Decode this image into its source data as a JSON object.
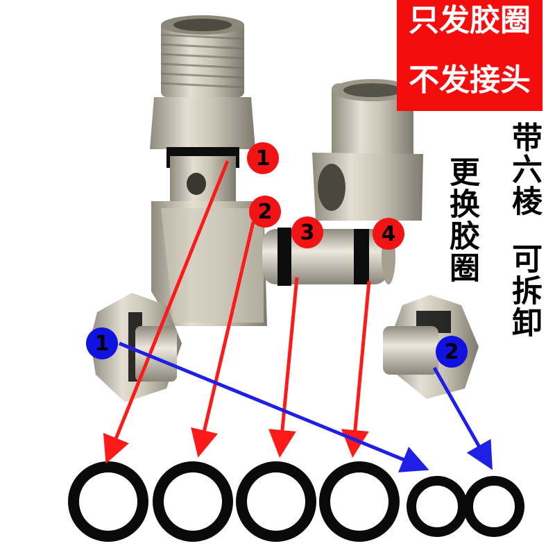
{
  "banner": {
    "line1": "只发胶圈",
    "line2": "不发接头"
  },
  "side_text": {
    "replace_orings": "更换胶圈",
    "hex_text": "带六棱",
    "removable_text": "可拆卸"
  },
  "badges": {
    "red": [
      "1",
      "2",
      "3",
      "4"
    ],
    "blue": [
      "1",
      "2"
    ]
  },
  "colors": {
    "banner_bg": "#f50d0d",
    "red_marker": "#f21414",
    "blue_marker": "#1212e0",
    "arrow_red": "#ff1a1a",
    "arrow_blue": "#1f1fe6",
    "oring": "#0a0a0a",
    "metal": "#c9c3b4"
  }
}
